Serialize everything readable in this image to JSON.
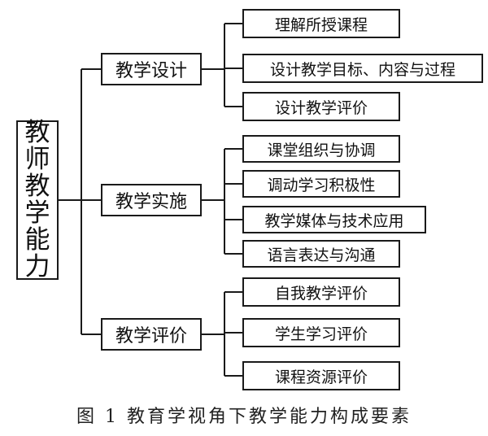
{
  "diagram": {
    "root": "教师教学能力",
    "branches": [
      {
        "label": "教学设计",
        "children": [
          "理解所授课程",
          "设计教学目标、内容与过程",
          "设计教学评价"
        ]
      },
      {
        "label": "教学实施",
        "children": [
          "课堂组织与协调",
          "调动学习积极性",
          "教学媒体与技术应用",
          "语言表达与沟通"
        ]
      },
      {
        "label": "教学评价",
        "children": [
          "自我教学评价",
          "学生学习评价",
          "课程资源评价"
        ]
      }
    ]
  },
  "caption": "图 1  教育学视角下教学能力构成要素"
}
